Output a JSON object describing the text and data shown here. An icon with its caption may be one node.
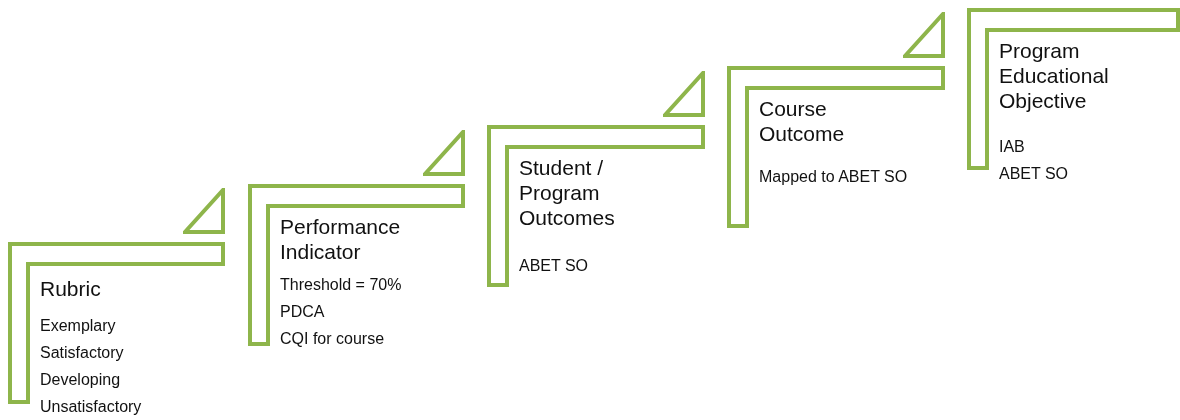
{
  "diagram": {
    "nodes": [
      {
        "text": [
          "Rubric",
          "Exemplary",
          "Satisfactory",
          "Developing",
          "Unsatisfactory"
        ]
      },
      {
        "text": [
          "Performance Indicator",
          "Threshold = 70%",
          "PDCA",
          "CQI for course"
        ]
      },
      {
        "text": [
          "Student / Program Outcomes",
          "ABET SO"
        ]
      },
      {
        "text": [
          "Course Outcome",
          "Mapped to ABET SO"
        ]
      },
      {
        "text": [
          "Program Educational Objective",
          "IAB",
          "ABET SO"
        ]
      }
    ]
  }
}
